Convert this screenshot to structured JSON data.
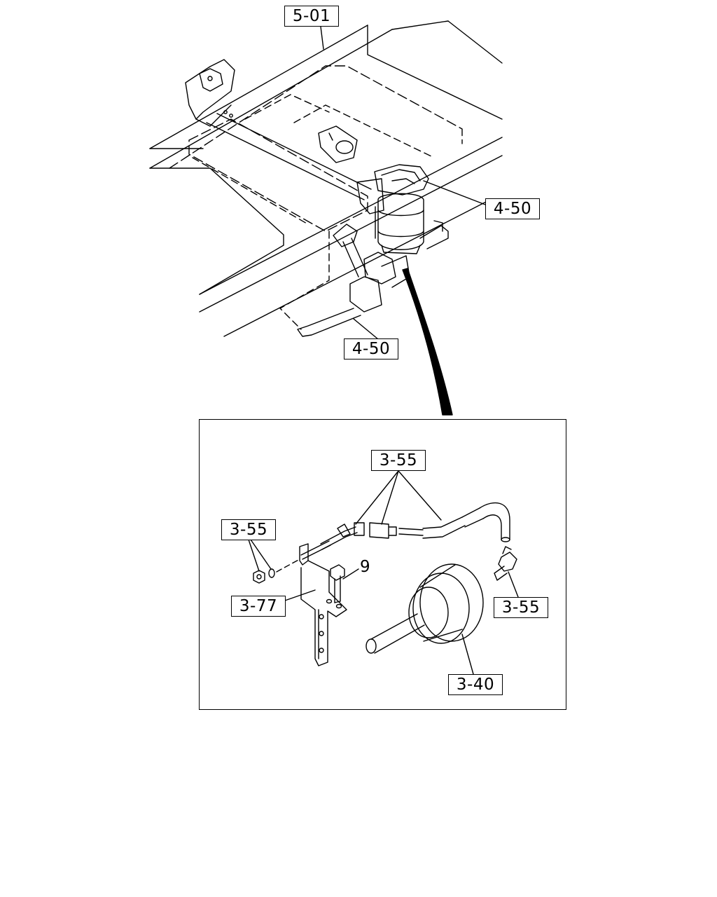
{
  "overview": {
    "callouts": [
      {
        "id": "frame-callout",
        "text": "5-01"
      },
      {
        "id": "air-spring-callout",
        "text": "4-50"
      },
      {
        "id": "lower-callout",
        "text": "4-50"
      }
    ]
  },
  "detail": {
    "callouts": [
      {
        "id": "fittings-top-callout",
        "text": "3-55"
      },
      {
        "id": "nut-washer-callout",
        "text": "3-55"
      },
      {
        "id": "bracket-callout",
        "text": "3-77"
      },
      {
        "id": "elbow-callout",
        "text": "3-55"
      },
      {
        "id": "chamber-callout",
        "text": "3-40"
      }
    ],
    "bolt_number": "9"
  }
}
